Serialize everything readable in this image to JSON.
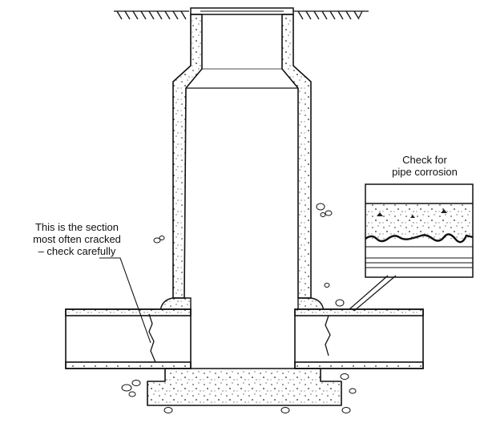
{
  "labels": {
    "cracked_section": {
      "line1": "This is the section",
      "line2": "most often cracked",
      "line3": "– check carefully"
    },
    "pipe_corrosion": {
      "line1": "Check for",
      "line2": "pipe corrosion"
    }
  },
  "colors": {
    "ink": "#111111",
    "background": "#ffffff"
  }
}
